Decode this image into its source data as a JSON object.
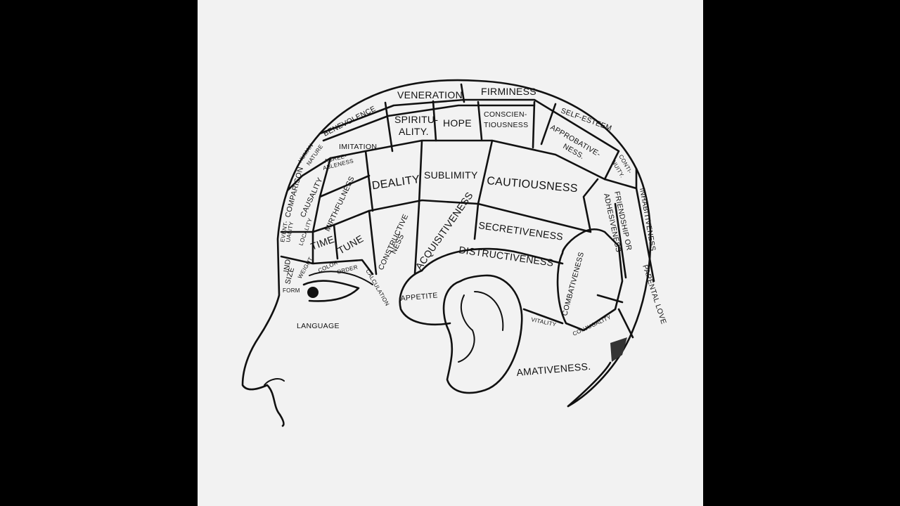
{
  "labels": {
    "veneration": "VENERATION",
    "firmness": "FIRMINESS",
    "benevolence": "BENEVOLENCE",
    "spirituality_1": "SPIRITU-",
    "spirituality_2": "ALITY.",
    "hope": "HOPE",
    "conscientiousness_1": "CONSCIEN-",
    "conscientiousness_2": "TIOUSNESS",
    "self_esteem": "SELF-ESTEEM",
    "approbativeness_1": "APPROBATIVE-",
    "approbativeness_2": "NESS.",
    "human_nature_1": "HUMAN",
    "human_nature_2": "NATURE",
    "imitation": "IMITATION.",
    "continuity_1": "CONTI-",
    "continuity_2": "NUITY.",
    "agreeableness_1": "AGREE-",
    "agreeableness_2": "ABLENESS",
    "comparison": "COMPARISON",
    "causality": "CAUSALITY",
    "ideality": "IDEALITY",
    "sublimity": "SUBLIMITY",
    "cautiousness": "CAUTIOUSNESS",
    "inhabitiveness": "INHABITIVENESS",
    "mirthfulness": "MIRTHFULNESS",
    "eventuality_1": "EVENT-",
    "eventuality_2": "UALITY",
    "locality": "LOCALITY",
    "time": "TIME",
    "tune": "TUNE",
    "constructiveness_1": "CONSTRUCTIVE",
    "constructiveness_2": "NESS",
    "acquisitiveness": "ACQUISITIVENESS",
    "secretiveness": "SECRETIVENESS",
    "friendship_1": "FRIENDSHIP  OR",
    "friendship_2": "ADHESIVENESS",
    "ind": "IND.",
    "size": "SIZE",
    "weight": "WEIGHT",
    "color": "COLOR",
    "order": "ORDER",
    "calculation": "CALCULATION",
    "form": "FORM",
    "distructiveness": "DISTRUCTIVENESS",
    "combativeness": "COMBATIVENESS",
    "parental_love": "PARENTAL   LOVE",
    "appetite": "APPETITE",
    "vitality": "VITALITY",
    "conjugality": "CONJUGALITY",
    "language": "LANGUAGE",
    "amativeness": "AMATIVENESS."
  }
}
